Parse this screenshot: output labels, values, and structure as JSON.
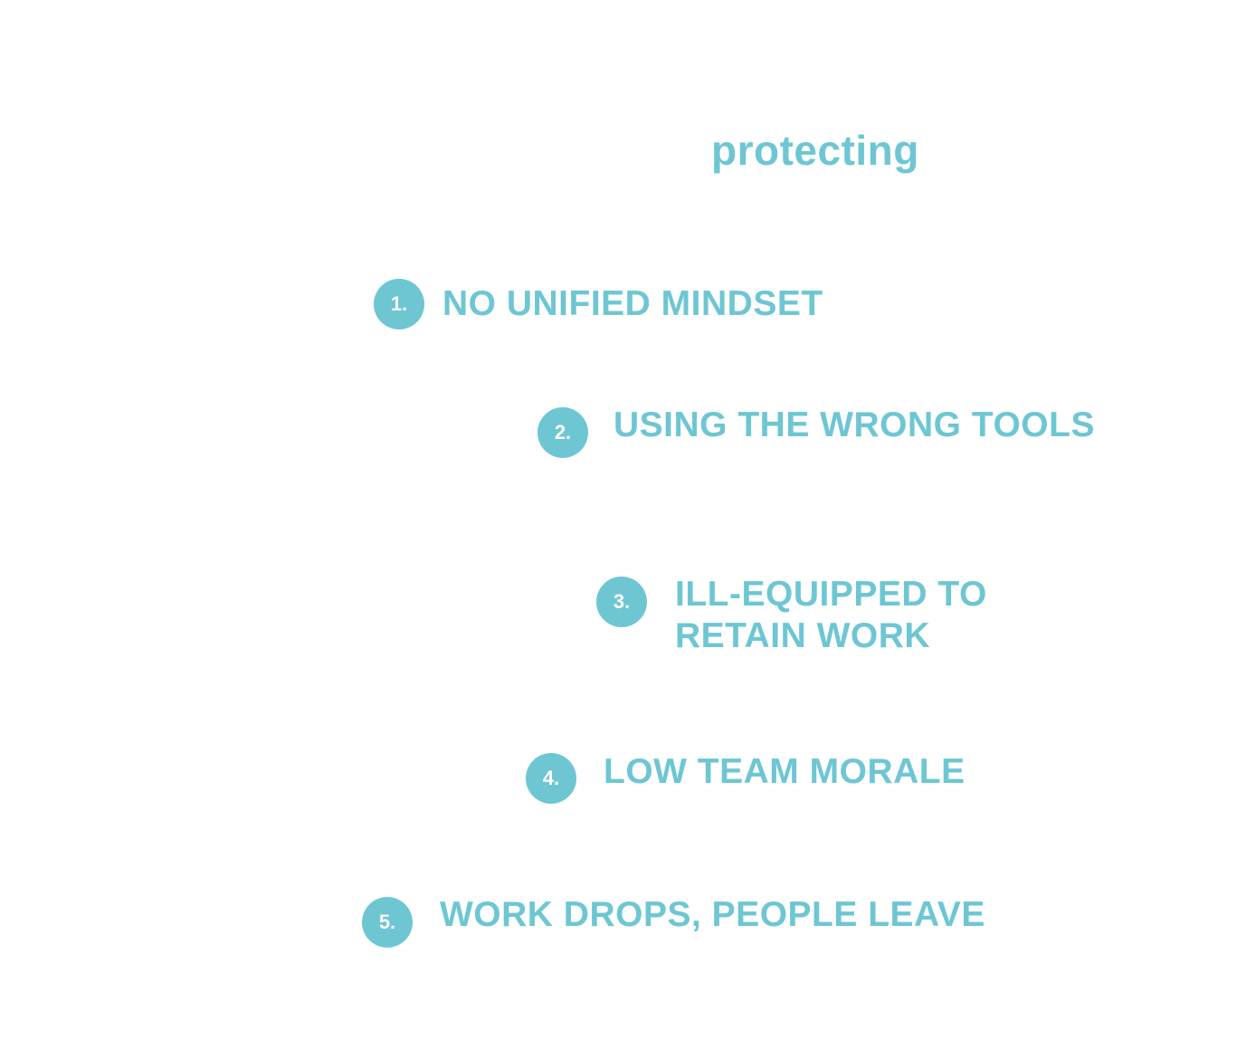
{
  "headline": "protecting",
  "accent_color": "#6ec6d3",
  "items": [
    {
      "number": "1.",
      "lines": [
        "NO UNIFIED MINDSET"
      ]
    },
    {
      "number": "2.",
      "lines": [
        "USING THE WRONG TOOLS"
      ]
    },
    {
      "number": "3.",
      "lines": [
        "ILL-EQUIPPED TO",
        "RETAIN WORK"
      ]
    },
    {
      "number": "4.",
      "lines": [
        "LOW TEAM MORALE"
      ]
    },
    {
      "number": "5.",
      "lines": [
        "WORK DROPS, PEOPLE LEAVE"
      ]
    }
  ]
}
